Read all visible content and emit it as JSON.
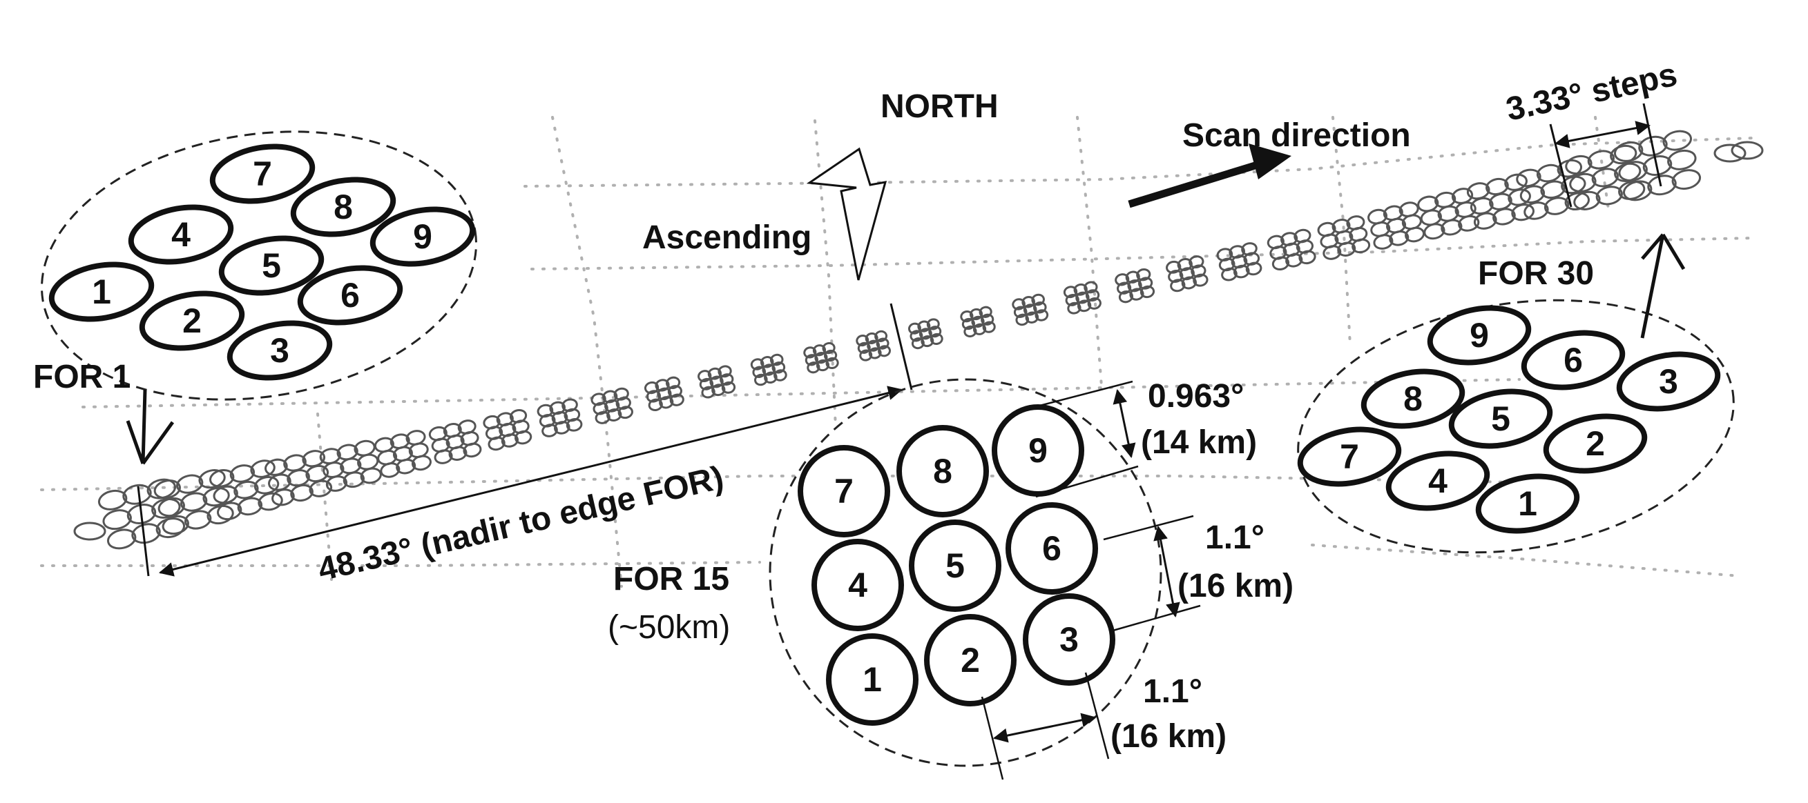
{
  "labels": {
    "north": "NORTH",
    "ascending": "Ascending",
    "scan_direction": "Scan direction",
    "steps": "3.33° steps",
    "for1": "FOR  1",
    "for15": "FOR  15",
    "for15_size": "(~50km)",
    "for30": "FOR  30",
    "nadir": "48.33° (nadir to edge FOR)",
    "dim1_angle": "0.963°",
    "dim1_km": "(14 km)",
    "dim2_angle": "1.1°",
    "dim2_km": "(16 km)",
    "dim3_angle": "1.1°",
    "dim3_km": "(16 km)"
  },
  "fov_numbers": {
    "for1": [
      "7",
      "4",
      "8",
      "1",
      "5",
      "9",
      "2",
      "6",
      "3"
    ],
    "for15": [
      "7",
      "8",
      "9",
      "4",
      "5",
      "6",
      "1",
      "2",
      "3"
    ],
    "for30": [
      "9",
      "6",
      "3",
      "8",
      "5",
      "2",
      "7",
      "4",
      "1"
    ]
  },
  "colors": {
    "ink": "#111111",
    "grid": "#b0b0b0",
    "swath": "#555555"
  }
}
